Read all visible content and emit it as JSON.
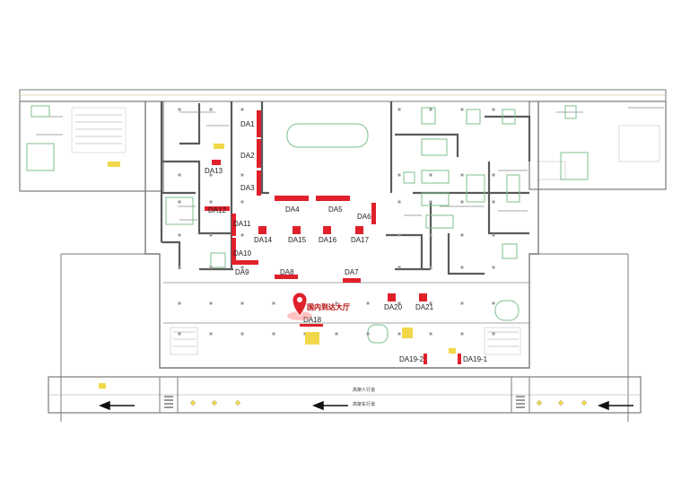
{
  "map": {
    "you_are_here": "国内到达大厅",
    "accent_color": "#e0202a",
    "wall_color": "#6e6e6e",
    "road_upper_label": "高架人行道",
    "road_lower_label": "高架车行道",
    "arrow_direction": "left",
    "booths": [
      {
        "id": "DA1",
        "label": "DA1"
      },
      {
        "id": "DA2",
        "label": "DA2"
      },
      {
        "id": "DA3",
        "label": "DA3"
      },
      {
        "id": "DA4",
        "label": "DA4"
      },
      {
        "id": "DA5",
        "label": "DA5"
      },
      {
        "id": "DA6",
        "label": "DA6"
      },
      {
        "id": "DA7",
        "label": "DA7"
      },
      {
        "id": "DA8",
        "label": "DA8"
      },
      {
        "id": "DA9",
        "label": "DA9"
      },
      {
        "id": "DA10",
        "label": "DA10"
      },
      {
        "id": "DA11",
        "label": "DA11"
      },
      {
        "id": "DA12",
        "label": "DA12"
      },
      {
        "id": "DA13",
        "label": "DA13"
      },
      {
        "id": "DA14",
        "label": "DA14"
      },
      {
        "id": "DA15",
        "label": "DA15"
      },
      {
        "id": "DA16",
        "label": "DA16"
      },
      {
        "id": "DA17",
        "label": "DA17"
      },
      {
        "id": "DA18",
        "label": "DA18"
      },
      {
        "id": "DA19-1",
        "label": "DA19-1"
      },
      {
        "id": "DA19-2",
        "label": "DA19-2"
      },
      {
        "id": "DA20",
        "label": "DA20"
      },
      {
        "id": "DA21",
        "label": "DA21"
      }
    ]
  }
}
